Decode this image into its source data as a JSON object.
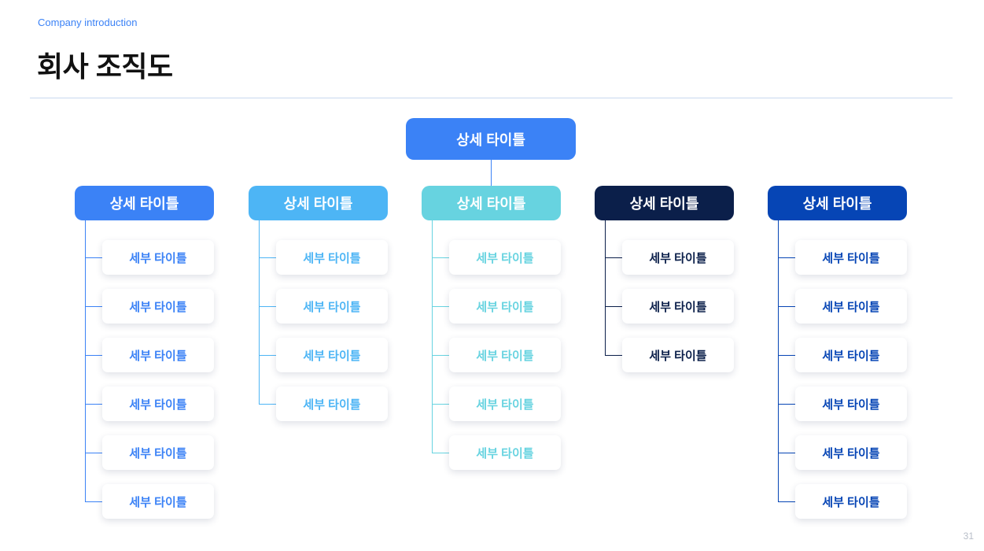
{
  "header": {
    "subtitle": "Company introduction",
    "title": "회사 조직도"
  },
  "page_number": "31",
  "org": {
    "root": {
      "label": "상세 타이틀",
      "color": "#3b82f6"
    },
    "columns": [
      {
        "label": "상세 타이틀",
        "color": "#3b82f6",
        "text_color": "#3b82f6",
        "items": [
          "세부 타이틀",
          "세부 타이틀",
          "세부 타이틀",
          "세부 타이틀",
          "세부 타이틀",
          "세부 타이틀"
        ]
      },
      {
        "label": "상세 타이틀",
        "color": "#4db5f5",
        "text_color": "#4db5f5",
        "items": [
          "세부 타이틀",
          "세부 타이틀",
          "세부 타이틀",
          "세부 타이틀"
        ]
      },
      {
        "label": "상세 타이틀",
        "color": "#67d3e0",
        "text_color": "#67d3e0",
        "items": [
          "세부 타이틀",
          "세부 타이틀",
          "세부 타이틀",
          "세부 타이틀",
          "세부 타이틀"
        ]
      },
      {
        "label": "상세 타이틀",
        "color": "#0b1f4a",
        "text_color": "#0b1f4a",
        "items": [
          "세부 타이틀",
          "세부 타이틀",
          "세부 타이틀"
        ]
      },
      {
        "label": "상세 타이틀",
        "color": "#0645b5",
        "text_color": "#0645b5",
        "items": [
          "세부 타이틀",
          "세부 타이틀",
          "세부 타이틀",
          "세부 타이틀",
          "세부 타이틀",
          "세부 타이틀"
        ]
      }
    ]
  }
}
